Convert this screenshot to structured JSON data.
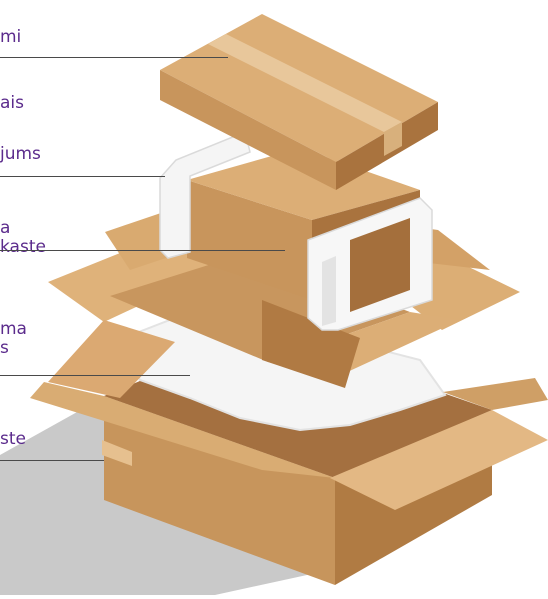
{
  "diagram": {
    "labels": [
      {
        "id": "lid",
        "text": "mi"
      },
      {
        "id": "divider",
        "text": "ais"
      },
      {
        "id": "foam",
        "text": "jums"
      },
      {
        "id": "inner-box",
        "text": "a\nkaste"
      },
      {
        "id": "filler",
        "text": "ma\ns"
      },
      {
        "id": "outer-box",
        "text": "ste"
      }
    ]
  },
  "colors": {
    "label_text": "#5b2b8c",
    "leader_line": "#4a4a4a",
    "cardboard_light": "#e0b583",
    "cardboard_mid": "#c8965e",
    "cardboard_dark": "#a8763f",
    "tape": "#d4a36d",
    "foam": "#f4f4f4",
    "shadow": "#c7c7c7"
  }
}
